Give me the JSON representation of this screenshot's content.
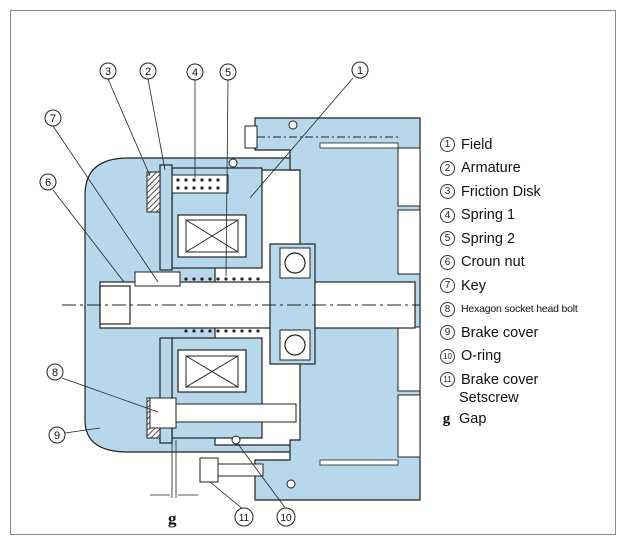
{
  "callouts": {
    "c1": "1",
    "c2": "2",
    "c3": "3",
    "c4": "4",
    "c5": "5",
    "c6": "6",
    "c7": "7",
    "c8": "8",
    "c9": "9",
    "c10": "10",
    "c11": "11"
  },
  "gap_label": "g",
  "legend": [
    {
      "num": "1",
      "label": "Field"
    },
    {
      "num": "2",
      "label": "Armature"
    },
    {
      "num": "3",
      "label": "Friction Disk"
    },
    {
      "num": "4",
      "label": "Spring 1"
    },
    {
      "num": "5",
      "label": "Spring 2"
    },
    {
      "num": "6",
      "label": "Croun nut"
    },
    {
      "num": "7",
      "label": "Key"
    },
    {
      "num": "8",
      "label": "Hexagon socket head bolt"
    },
    {
      "num": "9",
      "label": "Brake cover"
    },
    {
      "num": "10",
      "label": "O-ring"
    },
    {
      "num": "11",
      "label": "Brake cover",
      "cont": "Setscrew"
    }
  ],
  "legend_gap": {
    "symbol": "g",
    "label": "Gap"
  },
  "colors": {
    "body": "#b6d8ea",
    "line": "#222222"
  }
}
